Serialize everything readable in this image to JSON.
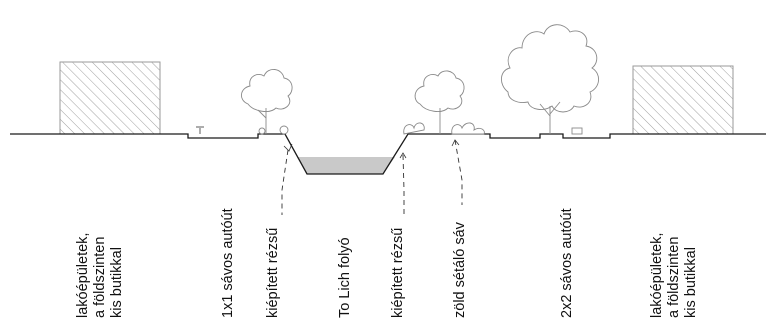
{
  "labels": {
    "building_left": [
      "lakóépületek,",
      "a földszinten",
      "kis butikkal"
    ],
    "road_1x1": "1x1 sávos  autóút",
    "embankment_left": "kiépített rézsű",
    "river": "To Lich folyó",
    "embankment_right": "kiépített rézsű",
    "green_path": "zöld sétáló sáv",
    "road_2x2": "2x2 sávos  autóút",
    "building_right": [
      "lakóépületek,",
      "a földszinten",
      "kis butikkal"
    ]
  },
  "colors": {
    "line": "#1a1a1a",
    "water": "#c9c9c9",
    "vegetation": "#8a8a8a",
    "hatch": "#a0a0a0"
  }
}
